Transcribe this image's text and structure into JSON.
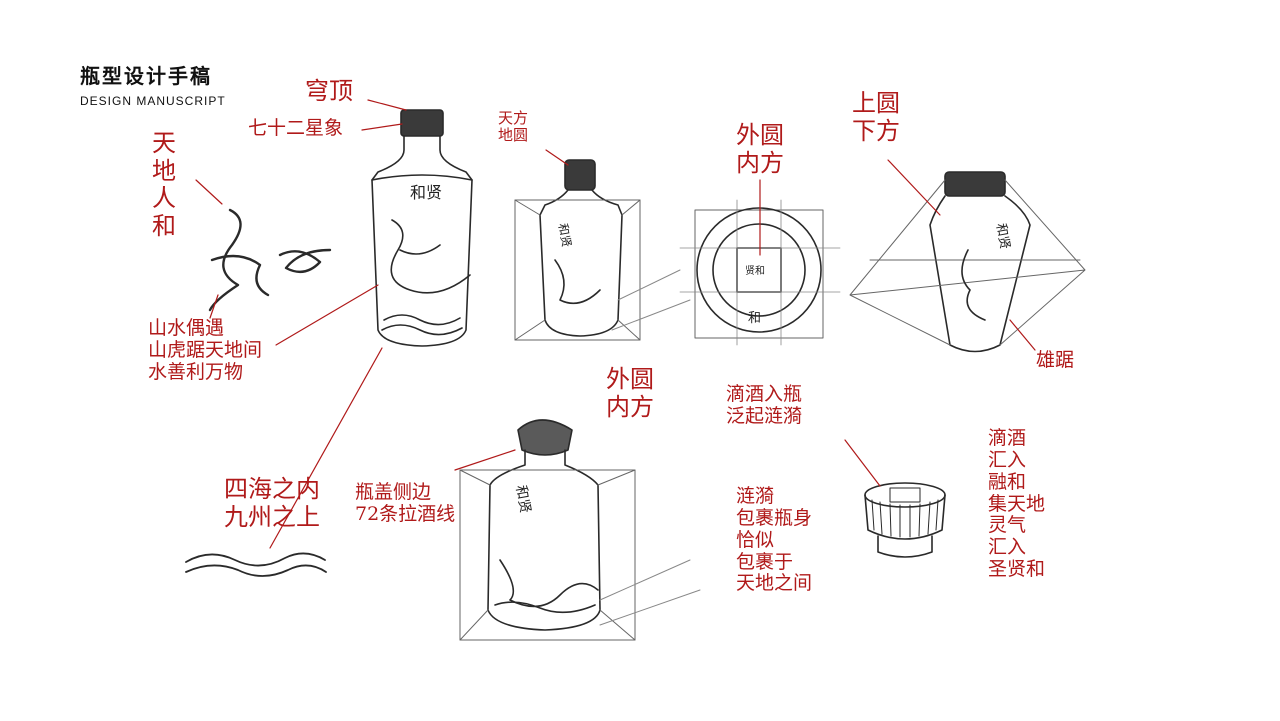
{
  "header": {
    "title": "瓶型设计手稿",
    "subtitle": "DESIGN MANUSCRIPT"
  },
  "bottle_brand": "和贤",
  "colors": {
    "ink": "#b01a1a",
    "pencil": "#2a2a2a",
    "background": "#ffffff"
  },
  "annotations": {
    "cap_top": "穹顶",
    "zodiac": "七十二星象",
    "heaven_earth_people": "天地人和",
    "mountain_water": "山水偶遇\n山虎踞天地间\n水善利万物",
    "four_seas": "四海之内\n九州之上",
    "small_bottle": "天方\n地圆",
    "top_view": "外圆\n内方",
    "top_view_cap": "贤和",
    "top_view_mark": "和",
    "right_bottle": "上圆\n下方",
    "majestic": "雄踞",
    "bottom_bottle": "外圆\n内方",
    "cap_lines": "瓶盖侧边\n72条拉酒线",
    "drop_into_bottle": "滴酒入瓶\n泛起涟漪",
    "ripples_wrap": "涟漪\n包裹瓶身\n恰似\n包裹于\n天地之间",
    "drops_gather": "滴酒\n汇入\n融和\n集天地\n灵气\n汇入\n圣贤和"
  }
}
